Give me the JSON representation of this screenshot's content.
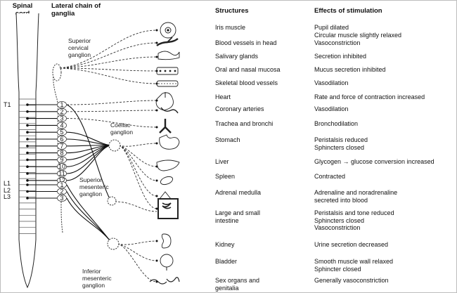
{
  "headers": {
    "spinal_cord": "Spinal cord",
    "lateral_chain": "Lateral chain of ganglia",
    "structures": "Structures",
    "effects": "Effects of stimulation"
  },
  "diagram_labels": {
    "superior_cervical": [
      "Superior",
      "cervical",
      "ganglion"
    ],
    "coeliac": [
      "Coeliac",
      "ganglion"
    ],
    "superior_mesenteric": [
      "Superior",
      "mesenteric",
      "ganglion"
    ],
    "inferior_mesenteric": [
      "Inferior",
      "mesenteric",
      "ganglion"
    ],
    "cord_markers": [
      "T1",
      "L1",
      "L2",
      "L3"
    ],
    "thoracic_segments": [
      "1",
      "2",
      "3",
      "4",
      "5",
      "6",
      "7",
      "8",
      "9",
      "10",
      "11",
      "12"
    ],
    "lumbar_segments": [
      "1",
      "2",
      "3"
    ]
  },
  "rows": [
    {
      "structure": [
        "Iris muscle"
      ],
      "effect": [
        "Pupil dilated",
        "Circular muscle slightly relaxed"
      ],
      "organ_icon": "eye-icon"
    },
    {
      "structure": [
        "Blood vessels in head"
      ],
      "effect": [
        "Vasoconstriction"
      ],
      "organ_icon": "head-vessels-icon"
    },
    {
      "structure": [
        "Salivary glands"
      ],
      "effect": [
        "Secretion inhibited"
      ],
      "organ_icon": "salivary-gland-icon"
    },
    {
      "structure": [
        "Oral and nasal mucosa"
      ],
      "effect": [
        "Mucus secretion inhibited"
      ],
      "organ_icon": "mucosa-icon"
    },
    {
      "structure": [
        "Skeletal blood vessels"
      ],
      "effect": [
        "Vasodilation"
      ],
      "organ_icon": "skeletal-vessels-icon"
    },
    {
      "structure": [
        "Heart"
      ],
      "effect": [
        "Rate and force of contraction increased"
      ],
      "organ_icon": "heart-icon"
    },
    {
      "structure": [
        "Coronary arteries"
      ],
      "effect": [
        "Vasodilation"
      ],
      "organ_icon": "coronary-artery-icon"
    },
    {
      "structure": [
        "Trachea and bronchi"
      ],
      "effect": [
        "Bronchodilation"
      ],
      "organ_icon": "trachea-icon"
    },
    {
      "structure": [
        "Stomach"
      ],
      "effect": [
        "Peristalsis reduced",
        "Sphincters closed"
      ],
      "organ_icon": "stomach-icon"
    },
    {
      "structure": [
        "Liver"
      ],
      "effect": [
        "Glycogen → glucose conversion increased"
      ],
      "organ_icon": "liver-icon"
    },
    {
      "structure": [
        "Spleen"
      ],
      "effect": [
        "Contracted"
      ],
      "organ_icon": "spleen-icon"
    },
    {
      "structure": [
        "Adrenal medulla"
      ],
      "effect": [
        "Adrenaline and noradrenaline",
        "secreted into blood"
      ],
      "organ_icon": "adrenal-icon"
    },
    {
      "structure": [
        "Large and small",
        "intestine"
      ],
      "effect": [
        "Peristalsis and tone reduced",
        "Sphincters closed",
        "Vasoconstriction"
      ],
      "organ_icon": "intestine-icon"
    },
    {
      "structure": [
        "Kidney"
      ],
      "effect": [
        "Urine secretion decreased"
      ],
      "organ_icon": "kidney-icon"
    },
    {
      "structure": [
        "Bladder"
      ],
      "effect": [
        "Smooth muscle wall relaxed",
        "Sphincter closed"
      ],
      "organ_icon": "bladder-icon"
    },
    {
      "structure": [
        "Sex organs and",
        "genitalia"
      ],
      "effect": [
        "Generally vasoconstriction"
      ],
      "organ_icon": "genitalia-icon"
    }
  ]
}
